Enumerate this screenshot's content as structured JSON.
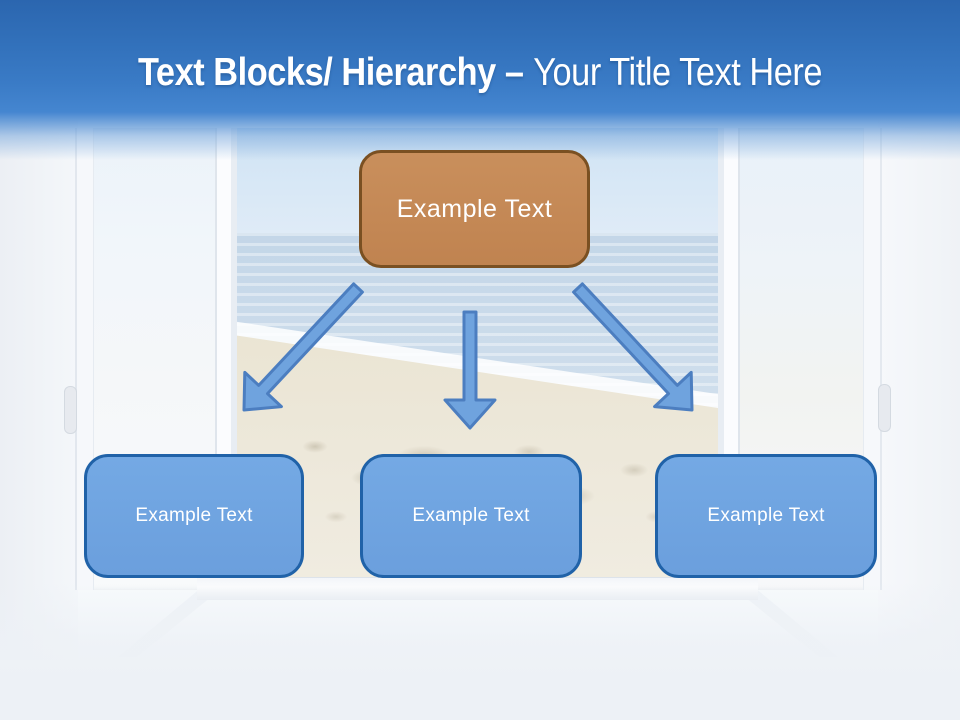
{
  "title": {
    "bold": "Text Blocks/ Hierarchy –",
    "regular": "Your Title Text Here"
  },
  "diagram": {
    "root": {
      "label": "Example Text"
    },
    "children": [
      {
        "label": "Example Text"
      },
      {
        "label": "Example Text"
      },
      {
        "label": "Example Text"
      }
    ],
    "arrow_icons": [
      "arrow-down-left-icon",
      "arrow-down-icon",
      "arrow-down-right-icon"
    ]
  },
  "background": {
    "description": "open window with beach view"
  },
  "colors": {
    "header_top": "#2B66AF",
    "header_bottom": "#4586D0",
    "root_fill": "#C08350",
    "root_border": "#7A5022",
    "child_fill": "#6B9FDD",
    "child_border": "#2062A8",
    "arrow_fill": "#6FA3DE",
    "arrow_border": "#4C7EC0",
    "text": "#FFFFFF"
  }
}
